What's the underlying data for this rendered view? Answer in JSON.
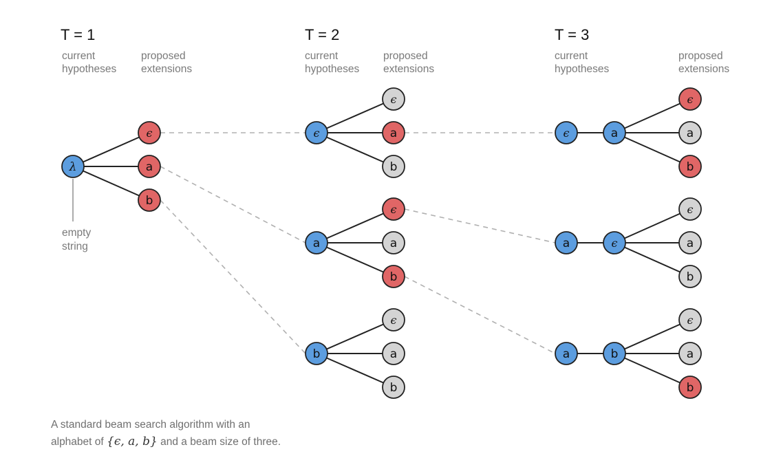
{
  "colors": {
    "current": "#5c9ddf",
    "selected": "#e06666",
    "rejected": "#d4d4d4",
    "edge": "#222222",
    "dashed": "#b0b0b0"
  },
  "steps": [
    {
      "title": "T = 1",
      "current_label": [
        "current",
        "hypotheses"
      ],
      "proposed_label": [
        "proposed",
        "extensions"
      ]
    },
    {
      "title": "T = 2",
      "current_label": [
        "current",
        "hypotheses"
      ],
      "proposed_label": [
        "proposed",
        "extensions"
      ]
    },
    {
      "title": "T = 3",
      "current_label": [
        "current",
        "hypotheses"
      ],
      "proposed_label": [
        "proposed",
        "extensions"
      ]
    }
  ],
  "annotation": [
    "empty",
    "string"
  ],
  "nodes": [
    {
      "id": "t1-root",
      "label": "λ",
      "status": "current"
    },
    {
      "id": "t1-e",
      "label": "ϵ",
      "status": "selected"
    },
    {
      "id": "t1-a",
      "label": "a",
      "status": "selected"
    },
    {
      "id": "t1-b",
      "label": "b",
      "status": "selected"
    },
    {
      "id": "t2g1-root",
      "label": "ϵ",
      "status": "current"
    },
    {
      "id": "t2g1-e",
      "label": "ϵ",
      "status": "rejected"
    },
    {
      "id": "t2g1-a",
      "label": "a",
      "status": "selected"
    },
    {
      "id": "t2g1-b",
      "label": "b",
      "status": "rejected"
    },
    {
      "id": "t2g2-root",
      "label": "a",
      "status": "current"
    },
    {
      "id": "t2g2-e",
      "label": "ϵ",
      "status": "selected"
    },
    {
      "id": "t2g2-a",
      "label": "a",
      "status": "rejected"
    },
    {
      "id": "t2g2-b",
      "label": "b",
      "status": "selected"
    },
    {
      "id": "t2g3-root",
      "label": "b",
      "status": "current"
    },
    {
      "id": "t2g3-e",
      "label": "ϵ",
      "status": "rejected"
    },
    {
      "id": "t2g3-a",
      "label": "a",
      "status": "rejected"
    },
    {
      "id": "t2g3-b",
      "label": "b",
      "status": "rejected"
    },
    {
      "id": "t3g1-prev",
      "label": "ϵ",
      "status": "current"
    },
    {
      "id": "t3g1-root",
      "label": "a",
      "status": "current"
    },
    {
      "id": "t3g1-e",
      "label": "ϵ",
      "status": "selected"
    },
    {
      "id": "t3g1-a",
      "label": "a",
      "status": "rejected"
    },
    {
      "id": "t3g1-b",
      "label": "b",
      "status": "selected"
    },
    {
      "id": "t3g2-prev",
      "label": "a",
      "status": "current"
    },
    {
      "id": "t3g2-root",
      "label": "ϵ",
      "status": "current"
    },
    {
      "id": "t3g2-e",
      "label": "ϵ",
      "status": "rejected"
    },
    {
      "id": "t3g2-a",
      "label": "a",
      "status": "rejected"
    },
    {
      "id": "t3g2-b",
      "label": "b",
      "status": "rejected"
    },
    {
      "id": "t3g3-prev",
      "label": "a",
      "status": "current"
    },
    {
      "id": "t3g3-root",
      "label": "b",
      "status": "current"
    },
    {
      "id": "t3g3-e",
      "label": "ϵ",
      "status": "rejected"
    },
    {
      "id": "t3g3-a",
      "label": "a",
      "status": "rejected"
    },
    {
      "id": "t3g3-b",
      "label": "b",
      "status": "selected"
    }
  ],
  "edges": [
    [
      "t1-root",
      "t1-e"
    ],
    [
      "t1-root",
      "t1-a"
    ],
    [
      "t1-root",
      "t1-b"
    ],
    [
      "t2g1-root",
      "t2g1-e"
    ],
    [
      "t2g1-root",
      "t2g1-a"
    ],
    [
      "t2g1-root",
      "t2g1-b"
    ],
    [
      "t2g2-root",
      "t2g2-e"
    ],
    [
      "t2g2-root",
      "t2g2-a"
    ],
    [
      "t2g2-root",
      "t2g2-b"
    ],
    [
      "t2g3-root",
      "t2g3-e"
    ],
    [
      "t2g3-root",
      "t2g3-a"
    ],
    [
      "t2g3-root",
      "t2g3-b"
    ],
    [
      "t3g1-prev",
      "t3g1-root"
    ],
    [
      "t3g1-root",
      "t3g1-e"
    ],
    [
      "t3g1-root",
      "t3g1-a"
    ],
    [
      "t3g1-root",
      "t3g1-b"
    ],
    [
      "t3g2-prev",
      "t3g2-root"
    ],
    [
      "t3g2-root",
      "t3g2-e"
    ],
    [
      "t3g2-root",
      "t3g2-a"
    ],
    [
      "t3g2-root",
      "t3g2-b"
    ],
    [
      "t3g3-prev",
      "t3g3-root"
    ],
    [
      "t3g3-root",
      "t3g3-e"
    ],
    [
      "t3g3-root",
      "t3g3-a"
    ],
    [
      "t3g3-root",
      "t3g3-b"
    ]
  ],
  "transitions": [
    [
      "t1-e",
      "t2g1-root"
    ],
    [
      "t1-a",
      "t2g2-root"
    ],
    [
      "t1-b",
      "t2g3-root"
    ],
    [
      "t2g1-a",
      "t3g1-root"
    ],
    [
      "t2g2-e",
      "t3g2-prev"
    ],
    [
      "t2g2-b",
      "t3g3-prev"
    ]
  ],
  "caption": {
    "line1": "A standard beam search algorithm with an",
    "line2_pre": "alphabet of ",
    "line2_math": "{ϵ, a, b}",
    "line2_post": " and a beam size of three."
  }
}
